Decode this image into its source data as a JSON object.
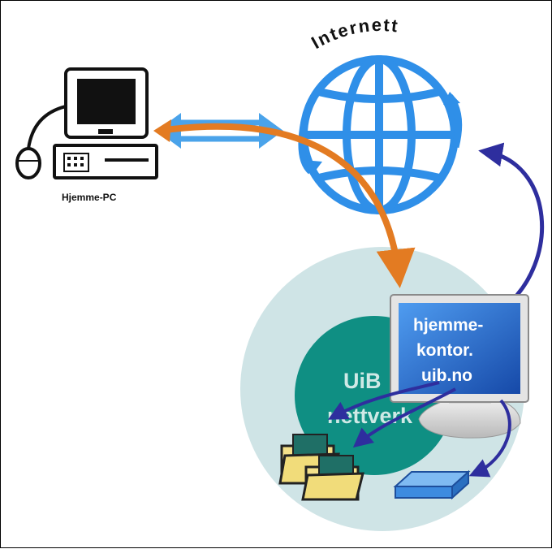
{
  "diagram": {
    "internet_label": "Internett",
    "home_pc_label": "Hjemme-PC",
    "server_screen_lines": [
      "hjemme-",
      "kontor.",
      "uib.no"
    ],
    "uib_network_lines": [
      "UiB",
      "nettverk"
    ],
    "colors": {
      "globe": "#2f8fe8",
      "orange_arrow": "#e37b22",
      "double_arrow": "#4aa3ea",
      "purple_arrow": "#2e2e9e",
      "outer_circle": "#cfe4e6",
      "inner_circle": "#0f8f83",
      "screen": "#1f63c8",
      "folder": "#f4e18a",
      "device": "#3d8be0"
    }
  }
}
